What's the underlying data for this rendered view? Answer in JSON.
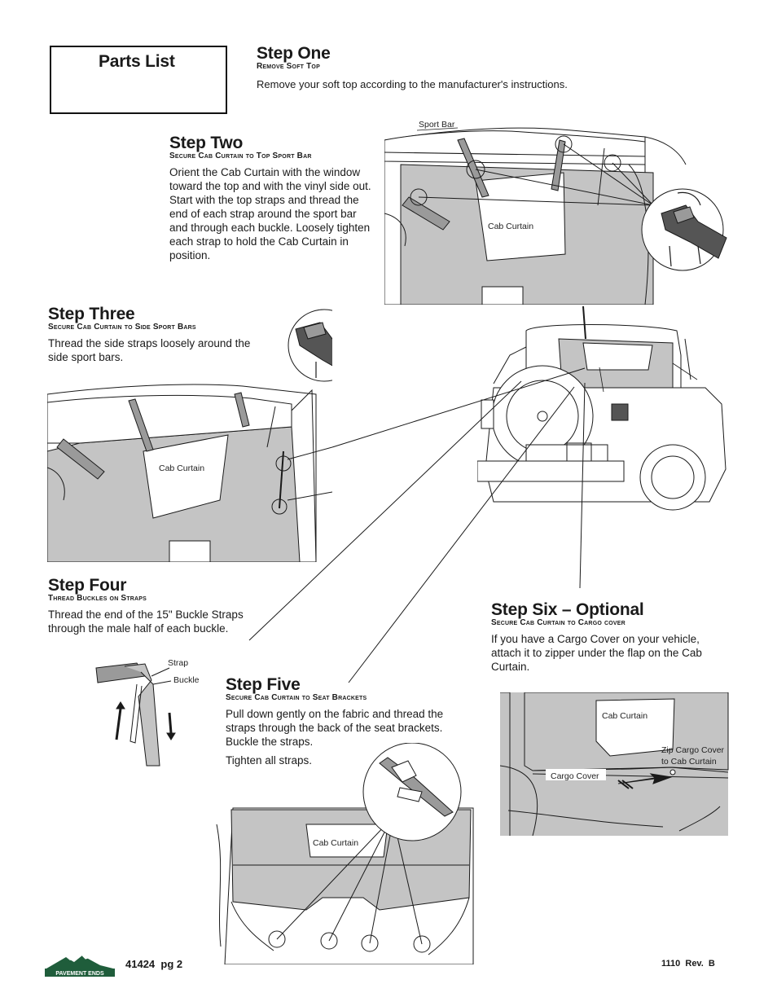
{
  "parts_list": {
    "title": "Parts List"
  },
  "step_one": {
    "title": "Step One",
    "subtitle": "Remove Soft Top",
    "body": "Remove your soft top according to the manufacturer's instructions."
  },
  "step_two": {
    "title": "Step Two",
    "subtitle": "Secure Cab Curtain to Top Sport Bar",
    "body": "Orient the Cab Curtain with the window toward the top and with the vinyl side out. Start with the top straps and thread the end of each strap around the sport bar and through each buckle. Loosely tighten each strap to hold the Cab Curtain in position.",
    "labels": {
      "sport_bar": "Sport Bar",
      "cab_curtain": "Cab Curtain"
    }
  },
  "step_three": {
    "title": "Step Three",
    "subtitle": "Secure Cab Curtain to Side Sport Bars",
    "body": "Thread the side straps loosely around the side sport bars.",
    "labels": {
      "cab_curtain": "Cab Curtain"
    }
  },
  "step_four": {
    "title": "Step Four",
    "subtitle": "Thread Buckles on Straps",
    "body": "Thread the end of the 15\" Buckle Straps through the male half of each buckle.",
    "labels": {
      "strap": "Strap",
      "buckle": "Buckle"
    }
  },
  "step_five": {
    "title": "Step Five",
    "subtitle": "Secure Cab Curtain to Seat Brackets",
    "body": "Pull down gently on the fabric and thread the straps through the back of the seat brackets. Buckle the straps.",
    "body2": "Tighten all straps.",
    "labels": {
      "cab_curtain": "Cab Curtain"
    }
  },
  "step_six": {
    "title": "Step Six – Optional",
    "subtitle": "Secure Cab Curtain to Cargo cover",
    "body": "If you have a Cargo Cover on your vehicle, attach it to zipper under the flap on the Cab Curtain.",
    "labels": {
      "cab_curtain": "Cab Curtain",
      "zip_line1": "Zip Cargo Cover",
      "zip_line2": "to Cab Curtain",
      "cargo_cover": "Cargo Cover"
    }
  },
  "footer": {
    "logo_text": "PAVEMENT ENDS",
    "page": "41424  pg 2",
    "revision": "1110  Rev.  B"
  },
  "colors": {
    "curtain_gray": "#c4c4c4",
    "line": "#1a1a1a",
    "dark_gray": "#6e6e6e",
    "logo_green": "#1f5d3b"
  }
}
